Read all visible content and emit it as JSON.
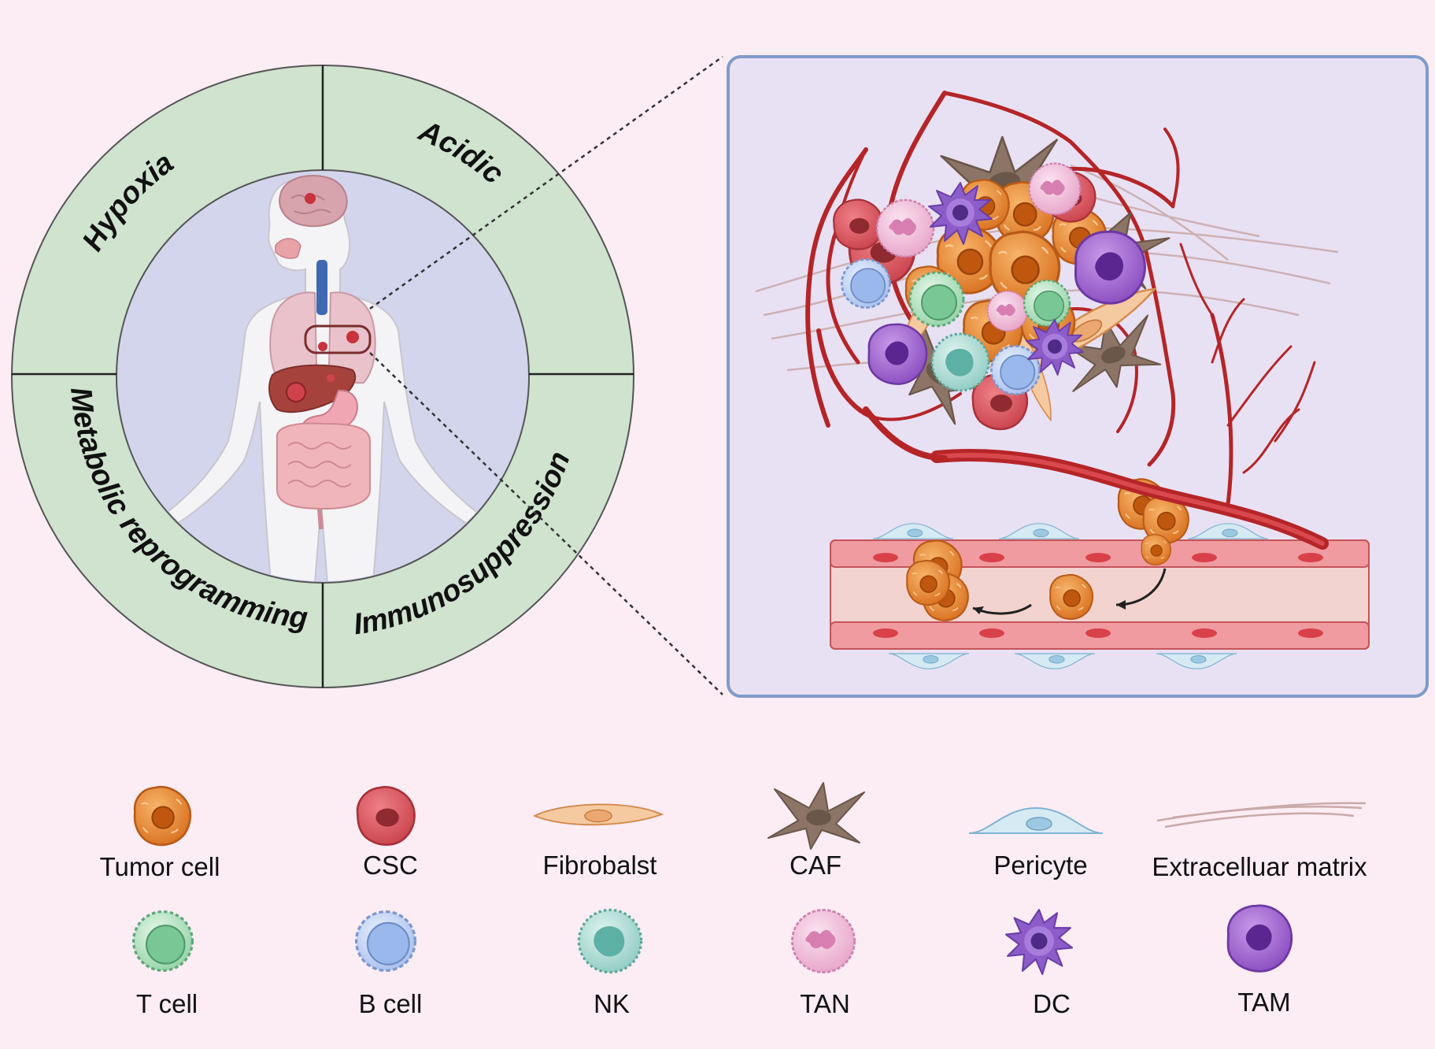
{
  "ring": {
    "quadrants": [
      "Hypoxia",
      "Acidic",
      "Metabolic reprogramming",
      "Immunosuppression"
    ]
  },
  "legend": {
    "row1": [
      "Tumor cell",
      "CSC",
      "Fibrobalst",
      "CAF",
      "Pericyte",
      "Extracelluar matrix"
    ],
    "row2": [
      "T cell",
      "B cell",
      "NK",
      "TAN",
      "DC",
      "TAM"
    ]
  },
  "colors": {
    "background": "#fcecf4",
    "ring_fill": "#cfe3cf",
    "inner_disc": "#d3d5ec",
    "zoom_panel_fill": "#e8e1f3",
    "zoom_panel_border": "#7f9bc9",
    "blood_vessel": "#b52528",
    "tumor_cell": "#e47f2c",
    "csc": "#d9545c",
    "fibroblast": "#f6caa0",
    "caf": "#8c7566",
    "pericyte": "#cfe3f0",
    "t_cell": "#a8dcb8",
    "b_cell": "#b5ccf2",
    "nk": "#9ed4cc",
    "tan": "#efb3d3",
    "dc": "#8c5cc8",
    "tam": "#a673d1"
  },
  "icons": [
    "tumor-cell-icon",
    "csc-icon",
    "fibroblast-icon",
    "caf-icon",
    "pericyte-icon",
    "extracellular-matrix-icon",
    "t-cell-icon",
    "b-cell-icon",
    "nk-cell-icon",
    "tan-icon",
    "dc-icon",
    "tam-icon"
  ]
}
